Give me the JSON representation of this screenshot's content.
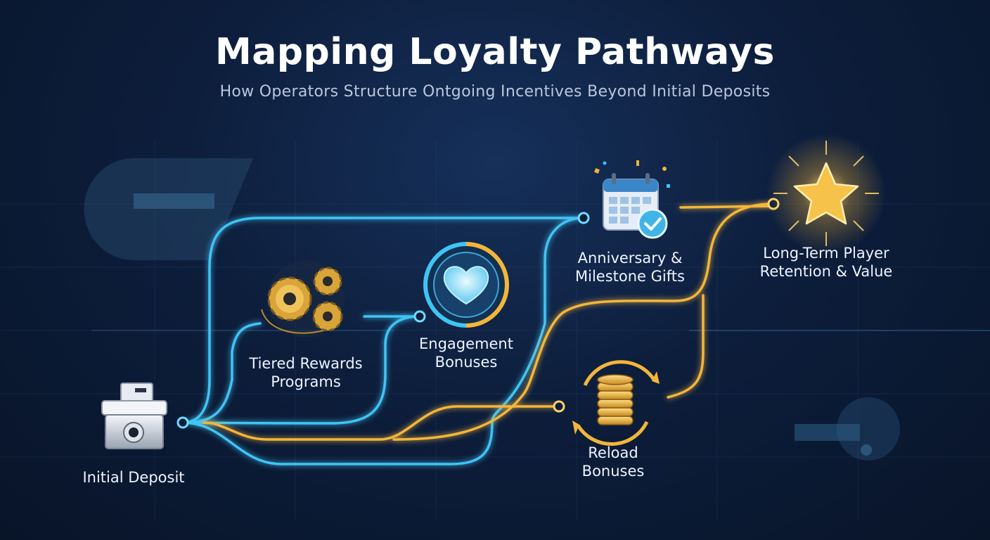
{
  "header": {
    "title": "Mapping Loyalty Pathways",
    "subtitle": "How Operators Structure Ontgoing Incentives Beyond Initial Deposits"
  },
  "nodes": {
    "initial_deposit": {
      "label": "Initial Deposit",
      "icon": "deposit-box-icon"
    },
    "tiered_rewards": {
      "line1": "Tiered Rewards",
      "line2": "Programs",
      "icon": "gears-icon"
    },
    "engagement_bonuses": {
      "line1": "Engagement",
      "line2": "Bonuses",
      "icon": "heart-icon"
    },
    "anniversary_gifts": {
      "line1": "Anniversary &",
      "line2": "Milestone Gifts",
      "icon": "calendar-check-icon"
    },
    "reload_bonuses": {
      "line1": "Reload",
      "line2": "Bonuses",
      "icon": "coin-stack-icon"
    },
    "retention_value": {
      "line1": "Long-Term Player",
      "line2": "Retention & Value",
      "icon": "star-icon"
    }
  },
  "colors": {
    "blue_path": "#3fc4f5",
    "gold_path": "#f3b63a",
    "background": "#0d1e3c",
    "text": "#eef4ff"
  }
}
